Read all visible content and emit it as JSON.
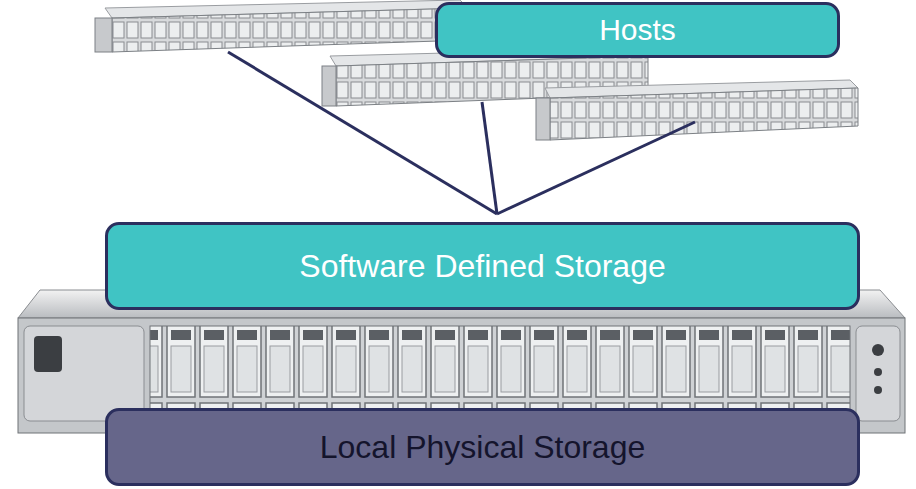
{
  "diagram": {
    "nodes": [
      {
        "text": [
          "Hosts"
        ]
      },
      {
        "text": [
          "Software Defined Storage"
        ]
      },
      {
        "text": [
          "Local Physical Storage"
        ]
      }
    ]
  }
}
